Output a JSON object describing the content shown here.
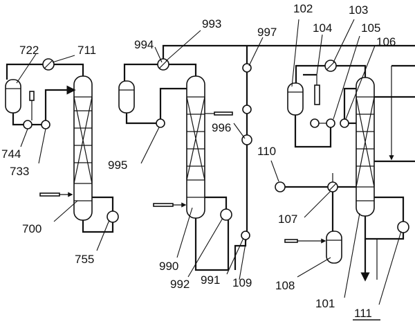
{
  "labels": {
    "l722": "722",
    "l711": "711",
    "l744": "744",
    "l733": "733",
    "l700": "700",
    "l755": "755",
    "l993": "993",
    "l994": "994",
    "l997": "997",
    "l995": "995",
    "l996": "996",
    "l990": "990",
    "l992": "992",
    "l991": "991",
    "l109": "109",
    "l102": "102",
    "l103": "103",
    "l104": "104",
    "l105": "105",
    "l106": "106",
    "l110": "110",
    "l107": "107",
    "l108": "108",
    "l101": "101",
    "l111": "111"
  }
}
